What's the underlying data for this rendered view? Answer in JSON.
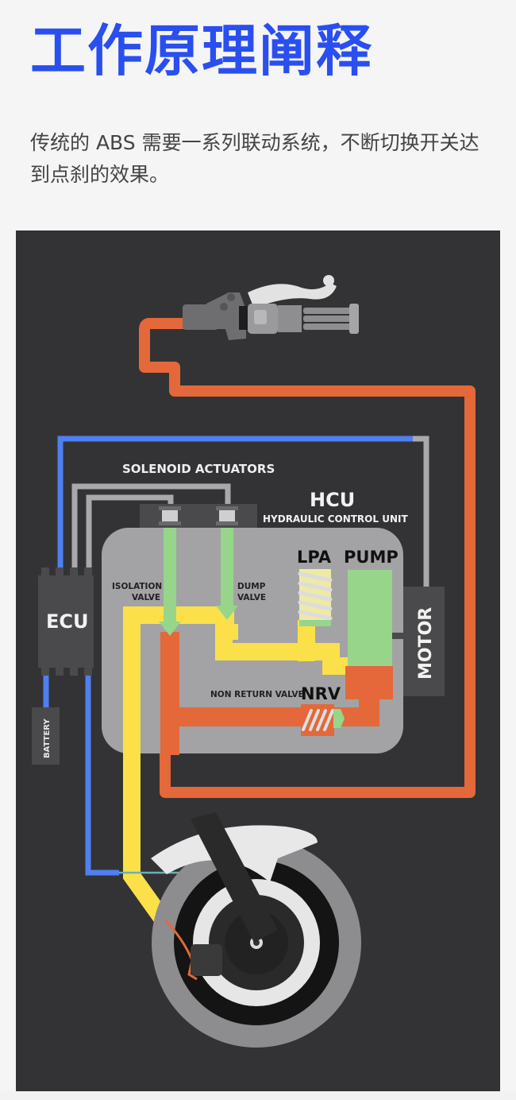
{
  "header": {
    "title": "工作原理阐释",
    "description": "传统的 ABS 需要一系列联动系统，不断切换开关达到点刹的效果。"
  },
  "diagram": {
    "labels": {
      "solenoid_actuators": "SOLENOID ACTUATORS",
      "hcu": "HCU",
      "hcu_full": "HYDRAULIC CONTROL UNIT",
      "lpa": "LPA",
      "pump": "PUMP",
      "ecu": "ECU",
      "isolation_valve_line1": "ISOLATION",
      "isolation_valve_line2": "VALVE",
      "dump_valve_line1": "DUMP",
      "dump_valve_line2": "VALVE",
      "motor": "MOTOR",
      "non_return_valve": "NON RETURN VALVE",
      "nrv": "NRV",
      "battery": "BATTERY"
    },
    "colors": {
      "background": "#333335",
      "hcu_block": "#a3a3a5",
      "brake_line_high": "#e4683a",
      "brake_line_low": "#fbe04a",
      "valve": "#97d58a",
      "signal_wire": "#4f7ff0",
      "control_wire": "#a9a9ab",
      "module": "#4a4a4c",
      "title_blue": "#2a4ff0"
    }
  }
}
